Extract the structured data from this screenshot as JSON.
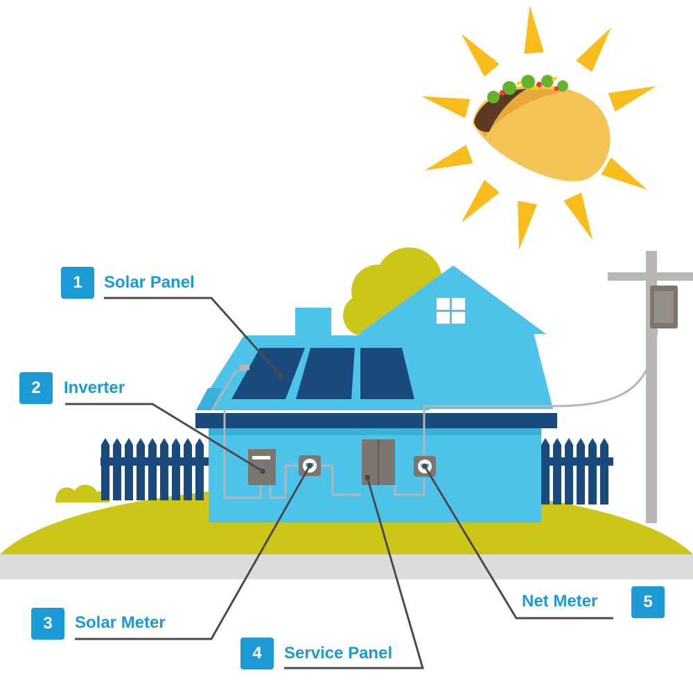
{
  "colors": {
    "house": "#4dc3ea",
    "house_dark": "#3ab0db",
    "panel": "#1a4a7c",
    "fence": "#1a4a7c",
    "ground": "#ccc61a",
    "bush": "#ccc61a",
    "pole": "#bab7b2",
    "wire": "#b5b5b5",
    "sun_ray": "#f8bd1d",
    "taco_shell": "#f5c457",
    "label_blue": "#1b9ad6",
    "leader_line": "#4a4a4a"
  },
  "icons": [
    "taco-sun-icon",
    "house-icon",
    "utility-pole-icon",
    "fence-icon"
  ],
  "components": [
    {
      "number": "1",
      "label": "Solar Panel"
    },
    {
      "number": "2",
      "label": "Inverter"
    },
    {
      "number": "3",
      "label": "Solar Meter"
    },
    {
      "number": "4",
      "label": "Service Panel"
    },
    {
      "number": "5",
      "label": "Net Meter"
    }
  ]
}
